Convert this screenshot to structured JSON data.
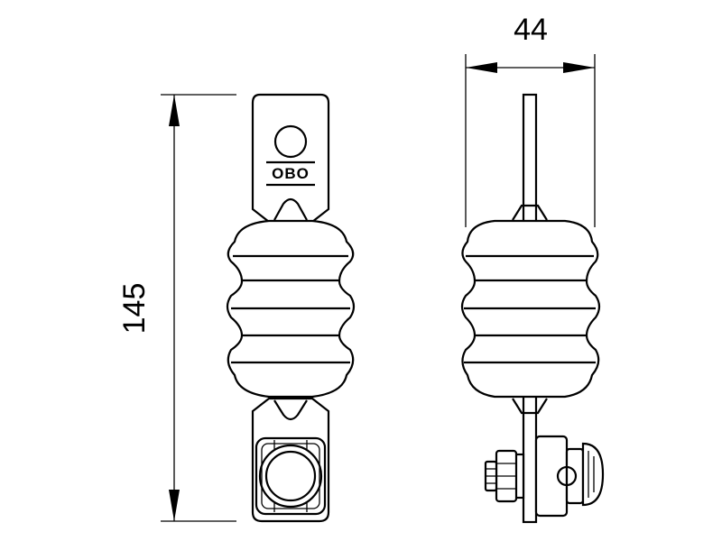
{
  "dimensions": {
    "height_label": "145",
    "width_label": "44"
  },
  "logo": {
    "text": "OBO"
  }
}
